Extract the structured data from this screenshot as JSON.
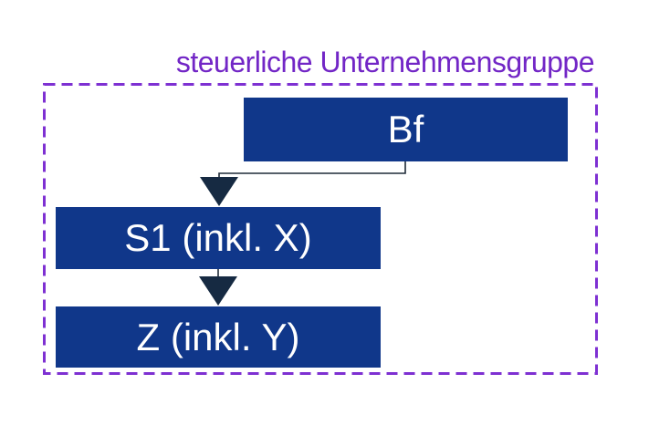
{
  "group_frame": {
    "label": "steuerliche Unternehmensgruppe",
    "style": "dashed"
  },
  "nodes": [
    {
      "id": "bf",
      "label": "Bf"
    },
    {
      "id": "s1",
      "label": "S1 (inkl. X)"
    },
    {
      "id": "z",
      "label": "Z (inkl. Y)"
    }
  ],
  "edges": [
    {
      "from": "Bf",
      "to": "S1 (inkl. X)",
      "type": "elbow-arrow"
    },
    {
      "from": "S1 (inkl. X)",
      "to": "Z (inkl. Y)",
      "type": "straight-arrow"
    }
  ],
  "colors": {
    "node-fill": "#10378a",
    "node-text": "#ffffff",
    "arrowhead": "#162a42",
    "connector": "#1f2b38",
    "frame-purple": "#7e30d2",
    "title-purple": "#7226c6",
    "background": "#ffffff"
  }
}
